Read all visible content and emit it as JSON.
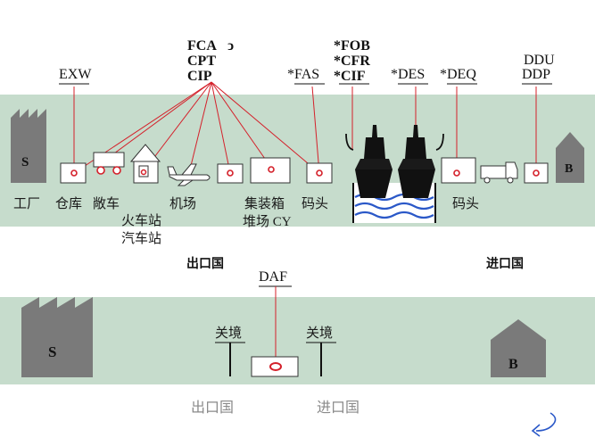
{
  "top": {
    "terms": {
      "exw": "EXW",
      "fca": "FCA",
      "cpt": "CPT",
      "cip": "CIP",
      "fas": "*FAS",
      "fob": "*FOB",
      "cfr": "*CFR",
      "cif": "*CIF",
      "des": "*DES",
      "deq": "*DEQ",
      "ddu": "DDU",
      "ddp": "DDP",
      "fca_mark": "ↄ"
    },
    "places": {
      "factory": "工厂",
      "warehouse": "仓库",
      "truck": "敞车",
      "train_station": "火车站",
      "bus_station": "汽车站",
      "airport": "机场",
      "container_yard_1": "集装箱",
      "container_yard_2": "堆场 CY",
      "wharf": "码头",
      "wharf_import": "码头"
    },
    "seller_letter": "S",
    "buyer_letter": "B",
    "export_country": "出口国",
    "import_country": "进口国"
  },
  "bottom": {
    "daf": "DAF",
    "border_left": "关境",
    "border_right": "关境",
    "seller_letter": "S",
    "buyer_letter": "B",
    "export_country": "出口国",
    "import_country": "进口国"
  },
  "colors": {
    "band": "#c6dccc",
    "line": "#d4202a",
    "building": "#7a7a7a",
    "water": "#2a58c8"
  },
  "icons": {
    "return": "return-arrow-icon"
  }
}
